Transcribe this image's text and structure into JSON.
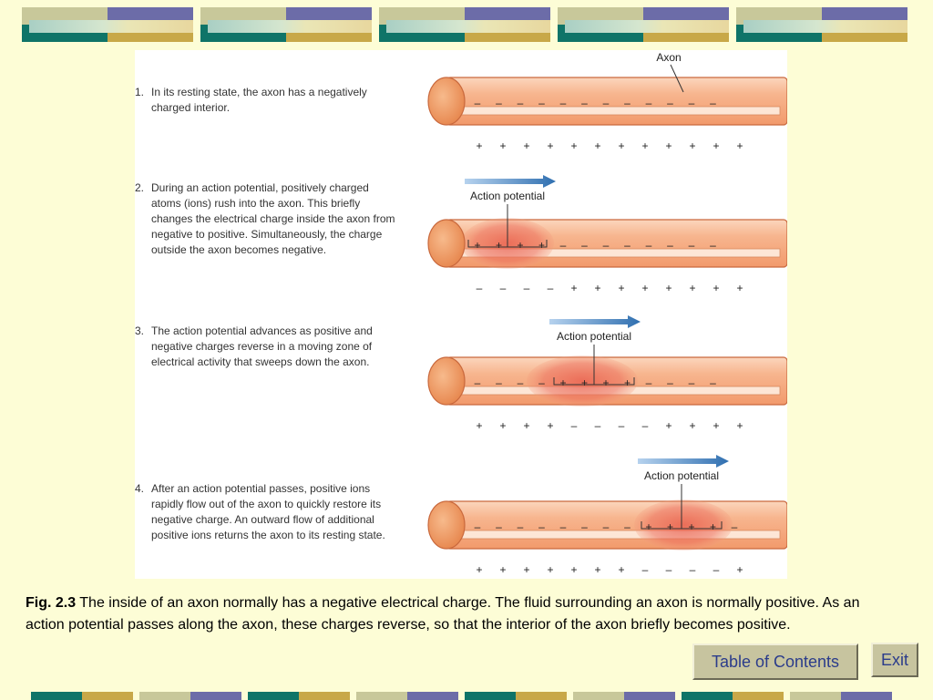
{
  "colors": {
    "background": "#fdfdd6",
    "teal": "#0f7468",
    "purple": "#6c6ca8",
    "gold": "#c8a848",
    "olive": "#c8c89a",
    "button": "#c7c49f",
    "button_text": "#2b3c8b",
    "axon": "#f5b48c",
    "action_zone": "#e8584a",
    "arrow": "#3a7cc0"
  },
  "figure": {
    "axon_label": "Axon",
    "action_label": "Action potential",
    "steps": [
      {
        "num": "1.",
        "text": "In its resting state, the axon has a negatively charged interior.",
        "inside": [
          "–",
          "–",
          "–",
          "–",
          "–",
          "–",
          "–",
          "–",
          "–",
          "–",
          "–",
          "–"
        ],
        "outside": [
          "+",
          "+",
          "+",
          "+",
          "+",
          "+",
          "+",
          "+",
          "+",
          "+",
          "+",
          "+"
        ]
      },
      {
        "num": "2.",
        "text": "During an action potential, positively charged atoms (ions) rush into the axon. This briefly changes the electrical charge inside the axon from negative to positive. Simultaneously, the charge outside the axon becomes negative.",
        "inside": [
          "+",
          "+",
          "+",
          "+",
          "–",
          "–",
          "–",
          "–",
          "–",
          "–",
          "–",
          "–"
        ],
        "outside": [
          "–",
          "–",
          "–",
          "–",
          "+",
          "+",
          "+",
          "+",
          "+",
          "+",
          "+",
          "+"
        ]
      },
      {
        "num": "3.",
        "text": "The action potential advances as positive and negative charges reverse in a moving zone of electrical activity that sweeps down the axon.",
        "inside": [
          "–",
          "–",
          "–",
          "–",
          "+",
          "+",
          "+",
          "+",
          "–",
          "–",
          "–",
          "–"
        ],
        "outside": [
          "+",
          "+",
          "+",
          "+",
          "–",
          "–",
          "–",
          "–",
          "+",
          "+",
          "+",
          "+"
        ]
      },
      {
        "num": "4.",
        "text": "After an action potential passes, positive ions rapidly flow out of the axon to quickly restore its negative charge. An outward flow of additional positive ions returns the axon to its resting state.",
        "inside": [
          "–",
          "–",
          "–",
          "–",
          "–",
          "–",
          "–",
          "–",
          "+",
          "+",
          "+",
          "+",
          "–"
        ],
        "outside": [
          "+",
          "+",
          "+",
          "+",
          "+",
          "+",
          "+",
          "–",
          "–",
          "–",
          "–",
          "+"
        ]
      }
    ]
  },
  "caption": {
    "label": "Fig. 2.3",
    "text": " The inside of an axon normally has a negative electrical charge. The fluid surrounding an axon is normally positive. As an action potential passes along the axon, these charges reverse, so that the interior of the axon briefly becomes positive."
  },
  "nav": {
    "toc_label": "Table of Contents",
    "exit_label": "Exit"
  }
}
